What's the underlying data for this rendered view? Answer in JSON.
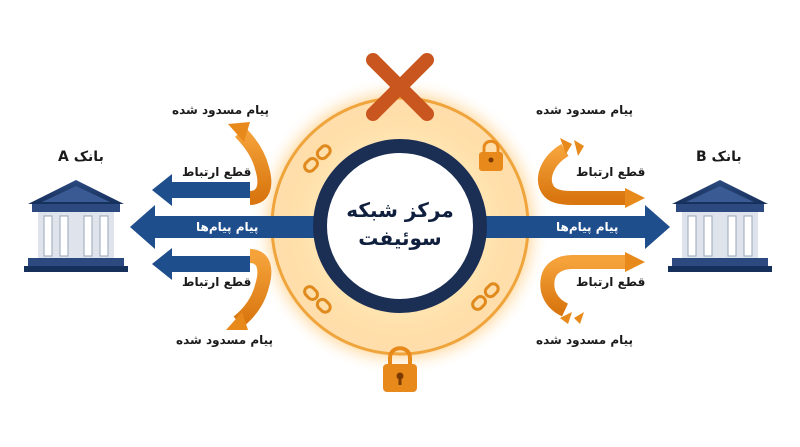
{
  "hub": {
    "line1": "مرکز شبکه",
    "line2": "سوئیفت"
  },
  "left_bank": {
    "label": "بانک A"
  },
  "right_bank": {
    "label": "بانک B"
  },
  "labels": {
    "blocked_message": "پیام مسدود شده",
    "disconnect": "قطع ارتباط",
    "messages": "پیام پیام‌ها"
  },
  "icons": {
    "cross": "x-cross-icon",
    "lock": "lock-icon",
    "broken_chain": "broken-chain-icon",
    "bank": "bank-building-icon"
  },
  "colors": {
    "navy": "#1b3a6b",
    "arrow_blue": "#1f4e8c",
    "orange": "#e8891c",
    "orange_dark": "#c86a10",
    "cross_red": "#c9561f",
    "glow": "#ffb347"
  }
}
